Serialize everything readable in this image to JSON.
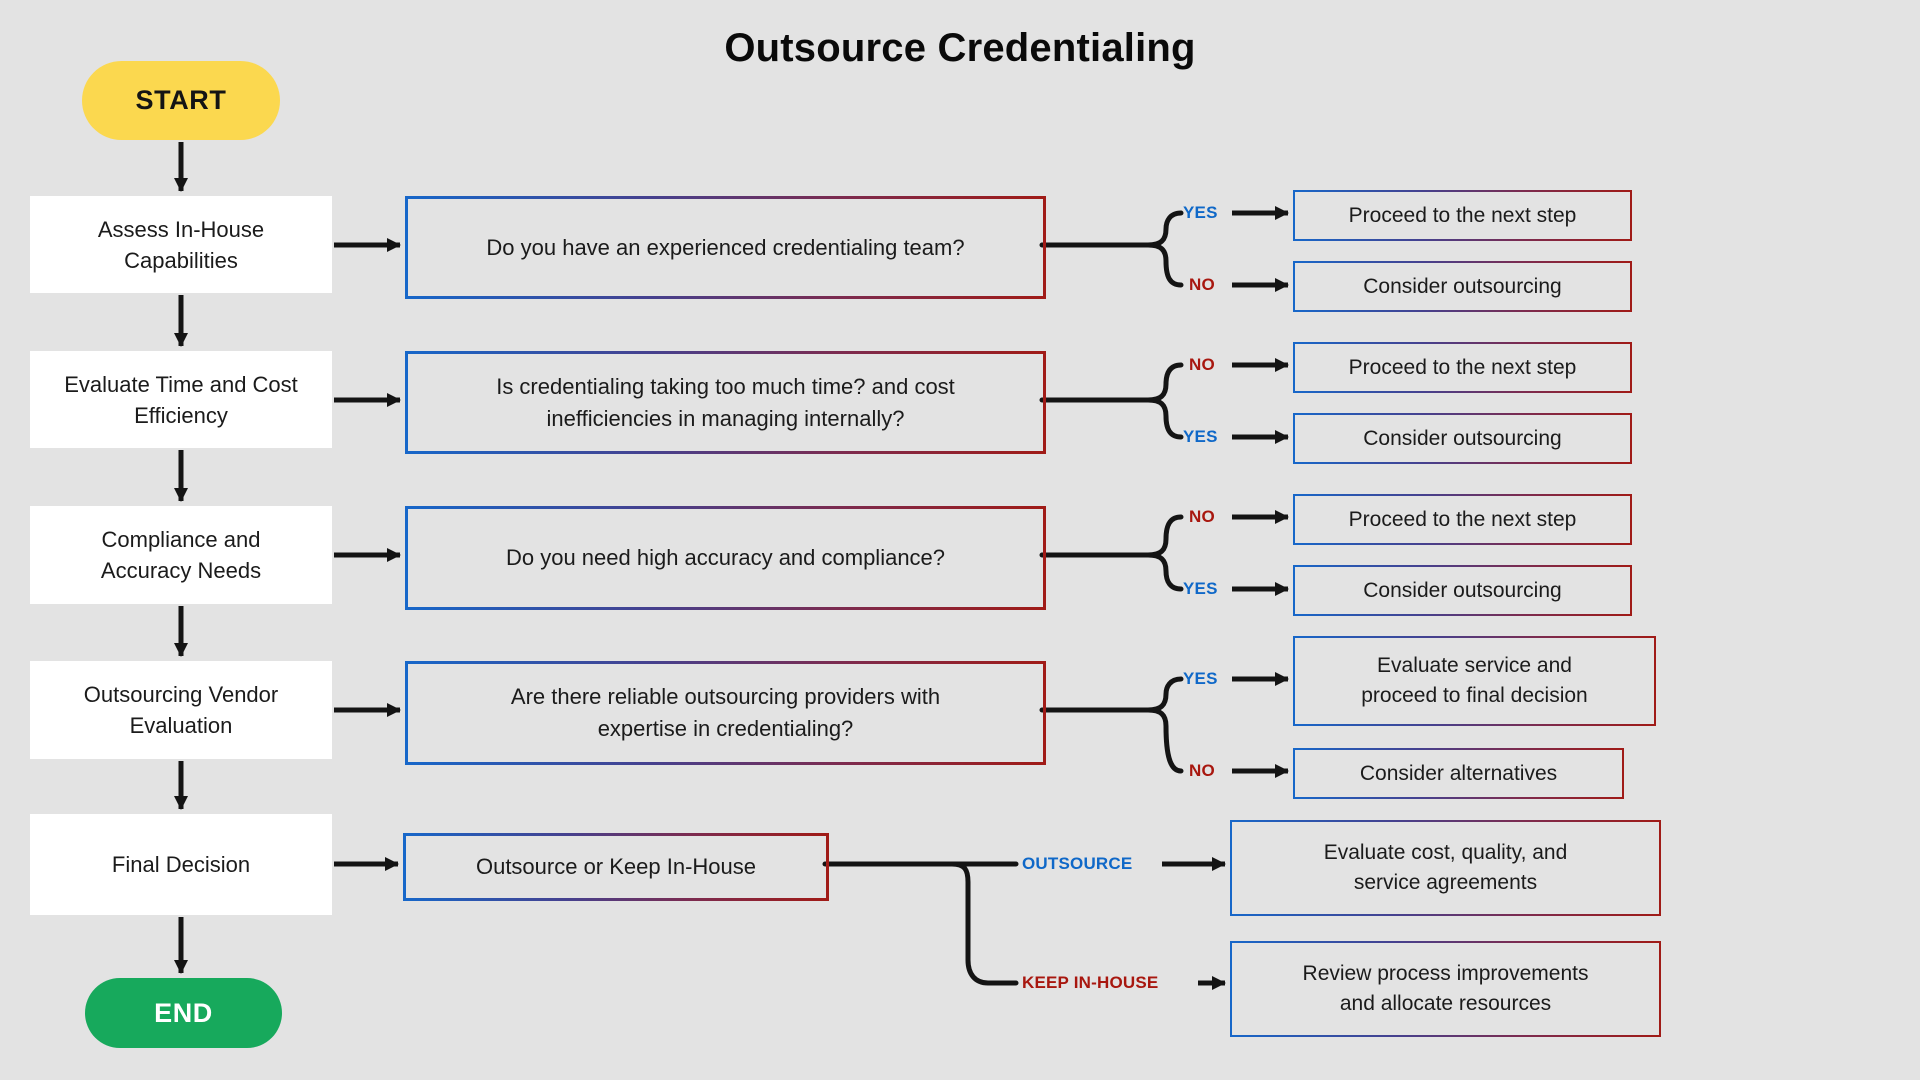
{
  "title": "Outsource Credentialing",
  "start_label": "START",
  "end_label": "END",
  "colors": {
    "background": "#e3e3e3",
    "step_box_fill": "#ffffff",
    "start_fill": "#fbd84f",
    "end_fill": "#17a95c",
    "yes_blue": "#0f68c8",
    "no_red": "#a8170f",
    "border_gradient_left": "#1767c9",
    "border_gradient_right": "#a01b17",
    "arrow_black": "#141414"
  },
  "rows": [
    {
      "step_lines": [
        "Assess In-House",
        "Capabilities"
      ],
      "question_lines": [
        "Do you have an experienced credentialing team?"
      ],
      "branches": [
        {
          "label": "YES",
          "result_lines": [
            "Proceed to the next step"
          ]
        },
        {
          "label": "NO",
          "result_lines": [
            "Consider outsourcing"
          ]
        }
      ]
    },
    {
      "step_lines": [
        "Evaluate Time and Cost",
        "Efficiency"
      ],
      "question_lines": [
        "Is credentialing taking too much time? and cost",
        "inefficiencies in managing internally?"
      ],
      "branches": [
        {
          "label": "NO",
          "result_lines": [
            "Proceed to the next step"
          ]
        },
        {
          "label": "YES",
          "result_lines": [
            "Consider outsourcing"
          ]
        }
      ]
    },
    {
      "step_lines": [
        "Compliance and",
        "Accuracy Needs"
      ],
      "question_lines": [
        "Do you need high accuracy and compliance?"
      ],
      "branches": [
        {
          "label": "NO",
          "result_lines": [
            "Proceed to the next step"
          ]
        },
        {
          "label": "YES",
          "result_lines": [
            "Consider outsourcing"
          ]
        }
      ]
    },
    {
      "step_lines": [
        "Outsourcing Vendor",
        "Evaluation"
      ],
      "question_lines": [
        "Are there reliable outsourcing providers with",
        "expertise in credentialing?"
      ],
      "branches": [
        {
          "label": "YES",
          "result_lines": [
            "Evaluate service and",
            "proceed to final decision"
          ]
        },
        {
          "label": "NO",
          "result_lines": [
            "Consider alternatives"
          ]
        }
      ]
    },
    {
      "step_lines": [
        "Final Decision"
      ],
      "question_lines": [
        "Outsource or Keep In-House"
      ],
      "branches": [
        {
          "label": "OUTSOURCE",
          "result_lines": [
            "Evaluate cost, quality, and",
            "service agreements"
          ]
        },
        {
          "label": "KEEP IN-HOUSE",
          "result_lines": [
            "Review process improvements",
            "and allocate resources"
          ]
        }
      ]
    }
  ]
}
